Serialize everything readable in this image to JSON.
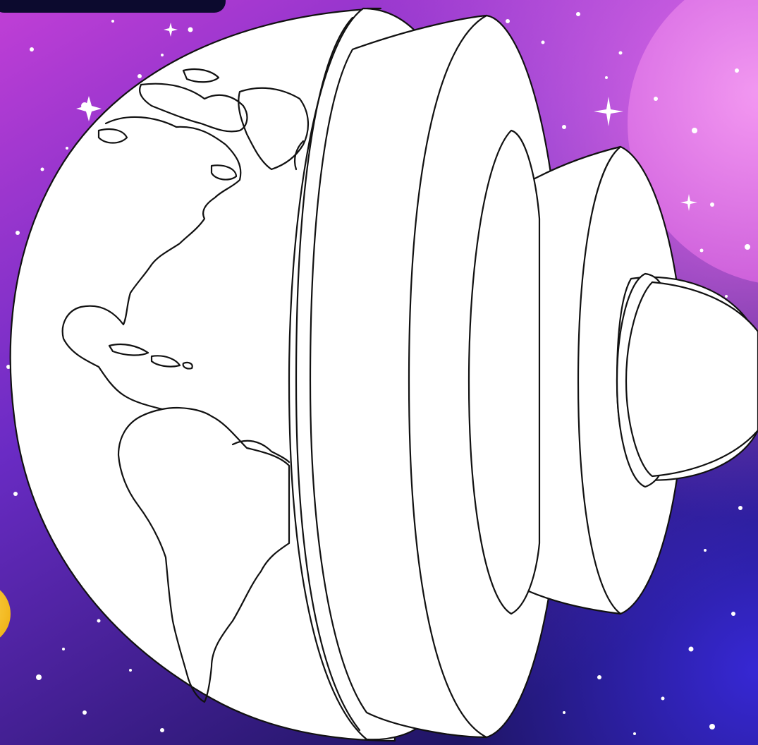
{
  "scene": {
    "subject": "earth-layers-coloring-page",
    "layers": [
      "crust",
      "upper-mantle",
      "lower-mantle",
      "outer-core",
      "inner-core"
    ],
    "colors": {
      "space_top": "#c13fd6",
      "space_mid": "#6a2bc4",
      "space_bottom": "#1f1565",
      "outline": "#111111",
      "fill": "#ffffff",
      "top_bar": "#0c0a2e",
      "sun": "#f5c21b"
    }
  }
}
